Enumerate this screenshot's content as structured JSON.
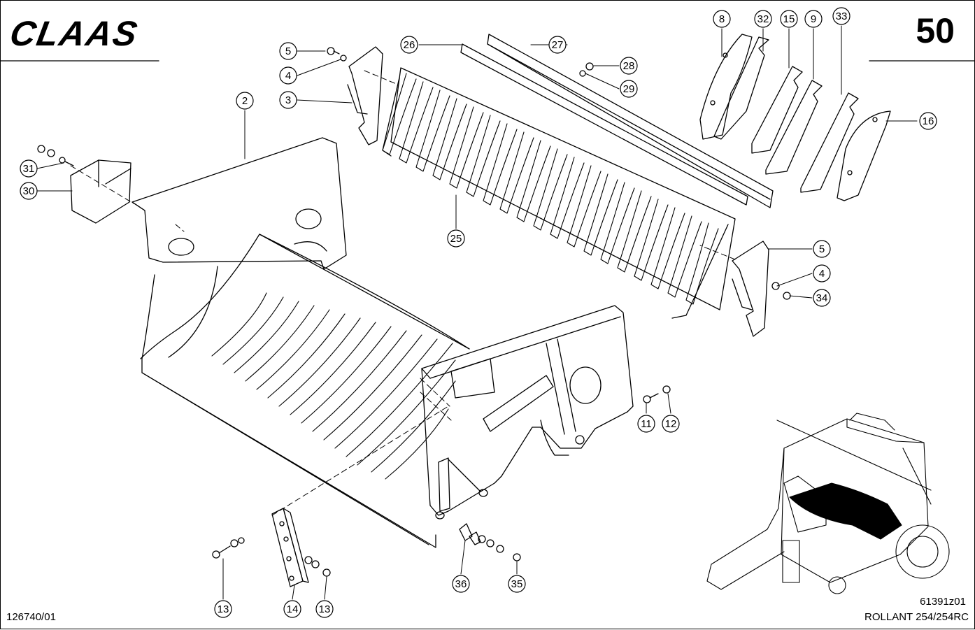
{
  "header": {
    "brand": "CLAAS",
    "page_number": "50"
  },
  "footer": {
    "doc_number": "126740/01",
    "drawing_code": "61391z01",
    "model": "ROLLANT 254/254RC"
  },
  "callouts": [
    {
      "label": "2"
    },
    {
      "label": "3"
    },
    {
      "label": "4"
    },
    {
      "label": "5"
    },
    {
      "label": "31"
    },
    {
      "label": "30"
    },
    {
      "label": "26"
    },
    {
      "label": "27"
    },
    {
      "label": "28"
    },
    {
      "label": "29"
    },
    {
      "label": "25"
    },
    {
      "label": "8"
    },
    {
      "label": "32"
    },
    {
      "label": "15"
    },
    {
      "label": "9"
    },
    {
      "label": "33"
    },
    {
      "label": "16"
    },
    {
      "label": "5"
    },
    {
      "label": "4"
    },
    {
      "label": "34"
    },
    {
      "label": "11"
    },
    {
      "label": "12"
    },
    {
      "label": "13"
    },
    {
      "label": "14"
    },
    {
      "label": "13"
    },
    {
      "label": "36"
    },
    {
      "label": "35"
    }
  ],
  "colors": {
    "ink": "#000000",
    "paper": "#ffffff"
  }
}
